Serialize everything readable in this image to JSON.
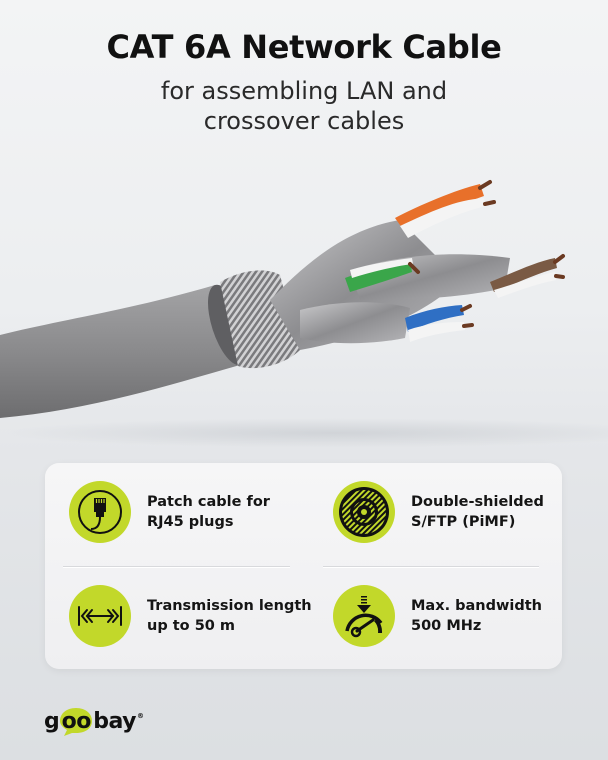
{
  "header": {
    "title": "CAT 6A Network Cable",
    "subtitle_line1": "for assembling LAN and",
    "subtitle_line2": "crossover cables"
  },
  "hero_image": {
    "description": "cat6a-cable-cross-section",
    "pair_colors": [
      "#e8702a",
      "#3aa64a",
      "#2f6fc4",
      "#7a5a44"
    ],
    "jacket_color": "#8a8a8c"
  },
  "features": [
    {
      "icon": "rj45-plug-icon",
      "line1": "Patch cable for",
      "line2": "RJ45 plugs"
    },
    {
      "icon": "shielded-cable-icon",
      "line1": "Double-shielded",
      "line2": "S/FTP (PiMF)"
    },
    {
      "icon": "transmission-length-icon",
      "line1": "Transmission length",
      "line2": "up to 50 m"
    },
    {
      "icon": "bandwidth-gauge-icon",
      "line1": "Max. bandwidth",
      "line2": "500 MHz"
    }
  ],
  "colors": {
    "accent": "#c2d82a",
    "text": "#111111",
    "card": "#f3f3f4"
  },
  "brand": {
    "prefix": "g",
    "oo": "oo",
    "suffix": "bay",
    "reg": "®"
  }
}
